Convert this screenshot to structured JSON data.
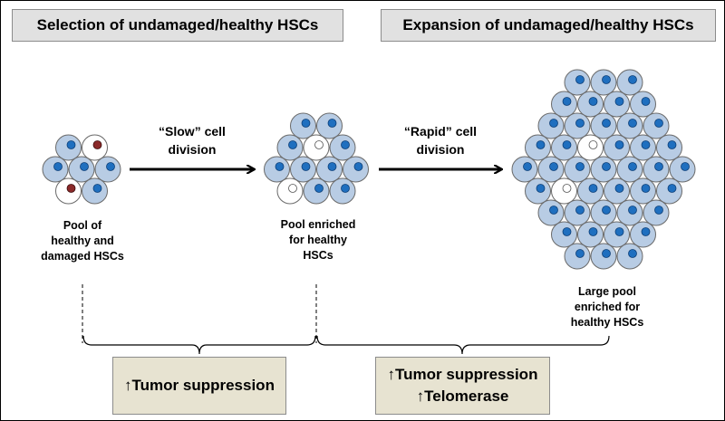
{
  "headers": {
    "left": "Selection of undamaged/healthy HSCs",
    "right": "Expansion of undamaged/healthy HSCs"
  },
  "arrows": {
    "slow": [
      "“Slow” cell",
      "division"
    ],
    "rapid": [
      "“Rapid” cell",
      "division"
    ]
  },
  "captions": {
    "pool1": [
      "Pool of",
      "healthy and",
      "damaged HSCs"
    ],
    "pool2": [
      "Pool enriched",
      "for healthy",
      "HSCs"
    ],
    "pool3": [
      "Large pool",
      "enriched for",
      "healthy HSCs"
    ]
  },
  "outcomes": {
    "left": [
      "↑Tumor suppression"
    ],
    "right": [
      "↑Tumor suppression",
      "↑Telomerase"
    ]
  },
  "colors": {
    "healthy_cell": "#b8cce4",
    "nucleus": "#1f6fbf",
    "damaged_nucleus": "#8b2a2a",
    "empty_cell": "#ffffff",
    "header_bg": "#e1e1e1",
    "outcome_bg": "#e7e3d1"
  }
}
